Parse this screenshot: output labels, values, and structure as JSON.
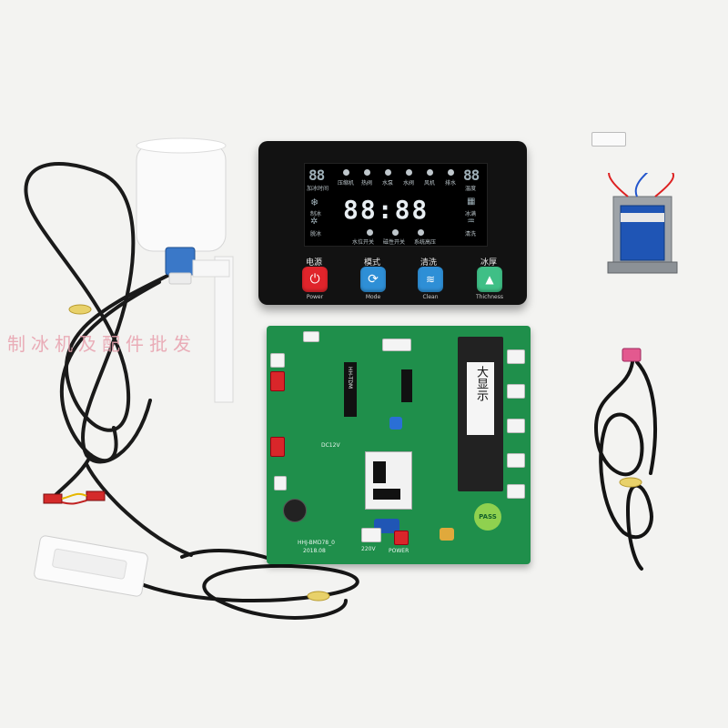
{
  "display": {
    "left_digits": "88",
    "right_digits": "88",
    "main_digits": "88:88",
    "left_label": "加冰时间",
    "right_label": "温度",
    "status_labels": [
      "压缩机",
      "热阀",
      "水泵",
      "水阀",
      "风机",
      "排水"
    ],
    "side_left_labels": [
      "制冰",
      "脱冰"
    ],
    "side_right_labels": [
      "冰满",
      "清洗"
    ],
    "bottom_labels": [
      "水位开关",
      "磁性开关",
      "系统高压"
    ]
  },
  "buttons": [
    {
      "top": "电源",
      "bottom": "Power",
      "color": "#e0242b",
      "icon": "power-icon"
    },
    {
      "top": "模式",
      "bottom": "Mode",
      "color": "#2e8fd6",
      "icon": "cycle-icon"
    },
    {
      "top": "清洗",
      "bottom": "Clean",
      "color": "#2e8fd6",
      "icon": "clean-icon"
    },
    {
      "top": "冰厚",
      "bottom": "Thichness",
      "color": "#3fbf86",
      "icon": "triangle-icon"
    }
  ],
  "pcb": {
    "relay_label": "大显示",
    "pass_label": "PASS",
    "dc_label": "DC12V",
    "model_label": "HHJ-BMD78_0",
    "date_label": "2018.08",
    "ac_label": "220V",
    "power_label": "POWER",
    "chip_label": "HH-TDM"
  },
  "watermark": "制冰机及配件批发"
}
